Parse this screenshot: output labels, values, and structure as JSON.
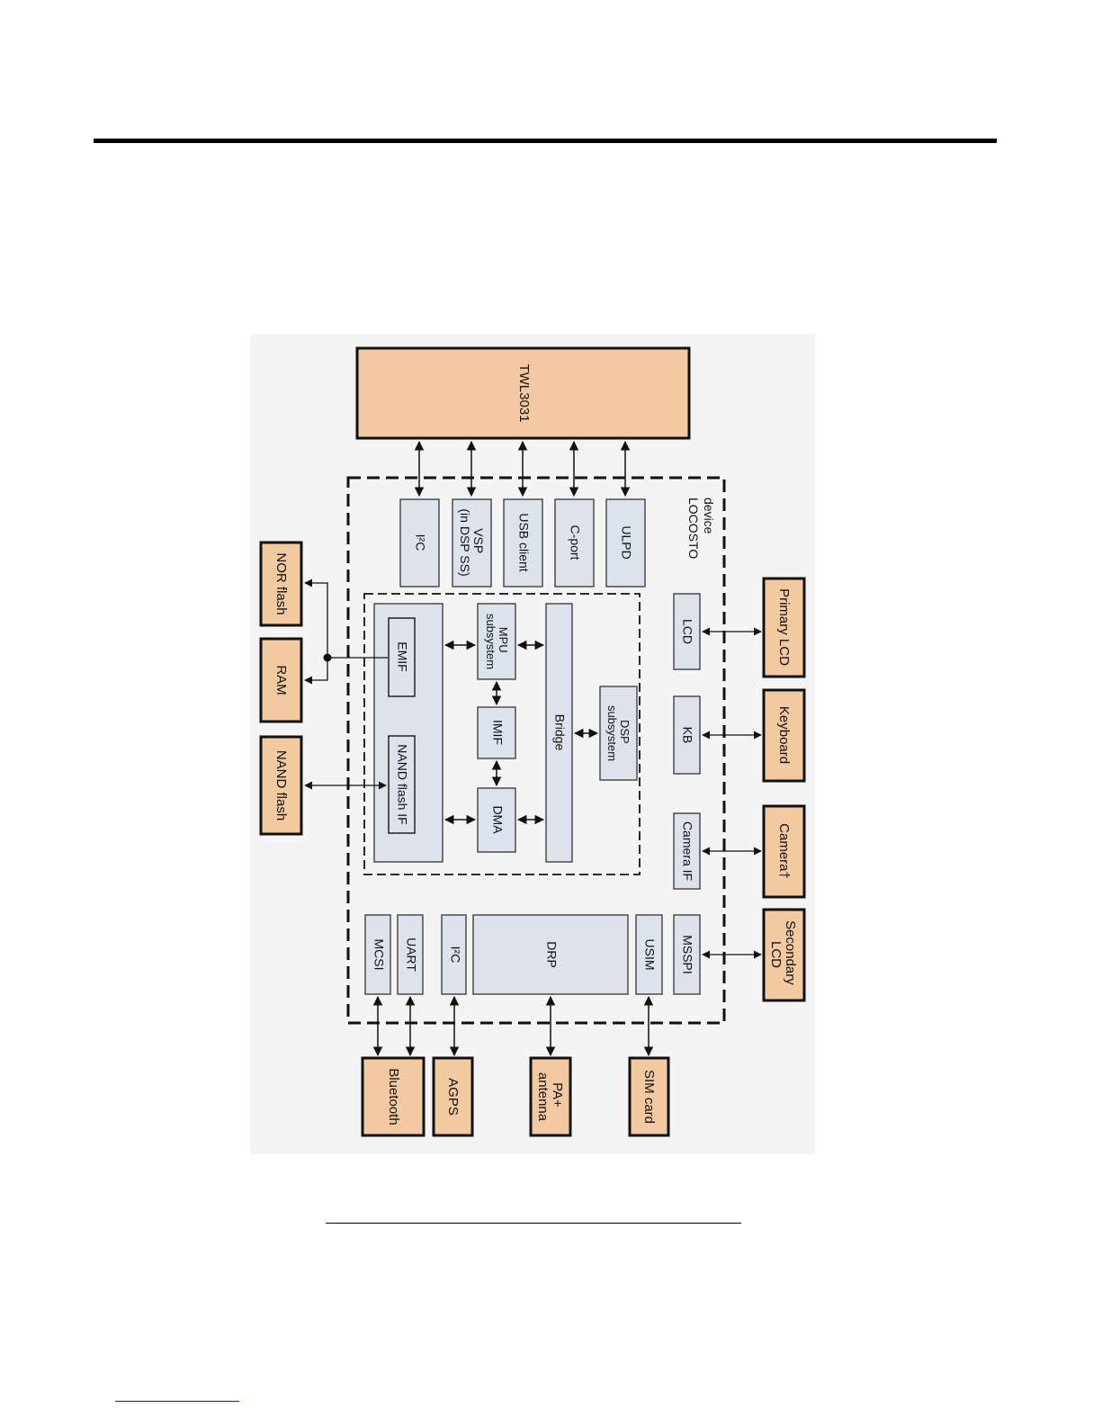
{
  "labels": {
    "twl": "TWL3031",
    "locosto": [
      "LOCOSTO",
      "device"
    ],
    "i2c_top": "I²C",
    "vsp": [
      "VSP",
      "(in DSP SS)"
    ],
    "usb": "USB client",
    "cport": "C-port",
    "ulpd": "ULPD",
    "emif": "EMIF",
    "nand_if": "NAND flash IF",
    "mpu": [
      "MPU",
      "subsystem"
    ],
    "imif": "IMIF",
    "dma": "DMA",
    "bridge": "Bridge",
    "dsp": [
      "DSP",
      "subsystem"
    ],
    "lcd": "LCD",
    "kb": "KB",
    "camera_if": "Camera IF",
    "mcsi": "MCSI",
    "uart": "UART",
    "i2c_bottom": "I²C",
    "drp": "DRP",
    "usim": "USIM",
    "msspi": "MSSPI",
    "nor_flash": "NOR flash",
    "ram": "RAM",
    "nand_flash": "NAND flash",
    "primary_lcd": "Primary LCD",
    "keyboard": "Keyboard",
    "camera": "Camera†",
    "secondary_lcd": [
      "Secondary",
      "LCD"
    ],
    "bluetooth": "Bluetooth",
    "agps": "AGPS",
    "pa_antenna": [
      "PA+",
      "antenna"
    ],
    "sim_card": "SIM card"
  },
  "colors": {
    "external_block": "#f2c9a0",
    "internal_block": "#dce3ec",
    "stroke": "#222222"
  }
}
